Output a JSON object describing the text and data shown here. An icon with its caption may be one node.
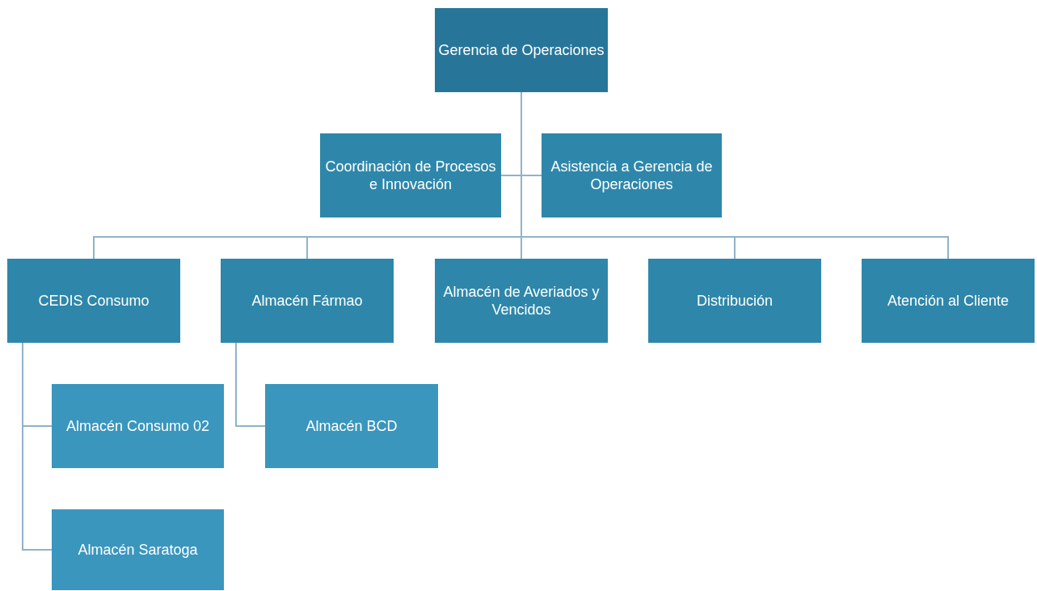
{
  "diagram": {
    "nodes": [
      {
        "text": [
          "Gerencia de Operaciones"
        ]
      },
      {
        "text": [
          "Coordinación de Procesos e Innovación"
        ]
      },
      {
        "text": [
          "Asistencia a Gerencia de Operaciones"
        ]
      },
      {
        "text": [
          "CEDIS Consumo"
        ]
      },
      {
        "text": [
          "Almacén Fármao"
        ]
      },
      {
        "text": [
          "Almacén de Averiados y Vencidos"
        ]
      },
      {
        "text": [
          "Distribución"
        ]
      },
      {
        "text": [
          "Atención al Cliente"
        ]
      },
      {
        "text": [
          "Almacén Consumo 02"
        ]
      },
      {
        "text": [
          "Almacén BCD"
        ]
      },
      {
        "text": [
          "Almacén Saratoga"
        ]
      }
    ],
    "edges": [
      {
        "from": 0,
        "to": 1,
        "arrow": "none"
      },
      {
        "from": 0,
        "to": 2,
        "arrow": "none"
      },
      {
        "from": 0,
        "to": 3,
        "arrow": "none"
      },
      {
        "from": 0,
        "to": 4,
        "arrow": "none"
      },
      {
        "from": 0,
        "to": 5,
        "arrow": "none"
      },
      {
        "from": 0,
        "to": 6,
        "arrow": "none"
      },
      {
        "from": 0,
        "to": 7,
        "arrow": "none"
      },
      {
        "from": 3,
        "to": 8,
        "arrow": "none"
      },
      {
        "from": 3,
        "to": 10,
        "arrow": "none"
      },
      {
        "from": 4,
        "to": 9,
        "arrow": "none"
      }
    ]
  }
}
